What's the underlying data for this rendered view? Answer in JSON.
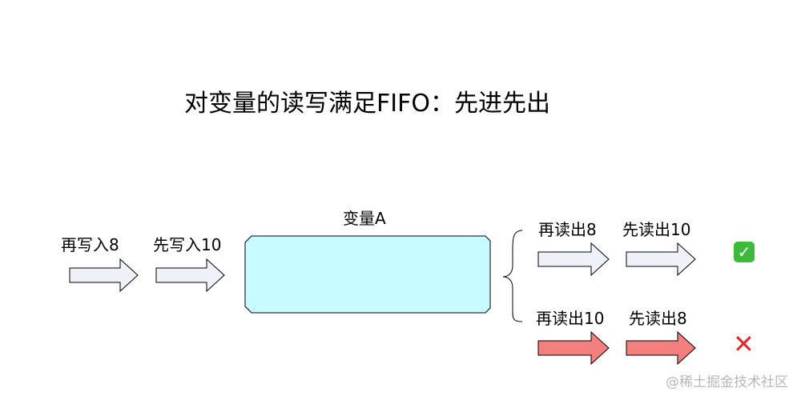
{
  "title": "对变量的读写满足FIFO：先进先出",
  "variable_label": "变量A",
  "writes": [
    {
      "label": "再写入8"
    },
    {
      "label": "先写入10"
    }
  ],
  "reads_correct": [
    {
      "label": "再读出8"
    },
    {
      "label": "先读出10"
    }
  ],
  "reads_wrong": [
    {
      "label": "再读出10"
    },
    {
      "label": "先读出8"
    }
  ],
  "status_correct_icon": "check-mark-icon",
  "status_wrong_icon": "cross-mark-icon",
  "watermark": "@稀土掘金技术社区",
  "colors": {
    "box_fill": "#c8fbff",
    "arrow_neutral": "#eef2f8",
    "arrow_wrong": "#f37f7f",
    "check": "#3fb93b",
    "cross": "#e12b2b"
  }
}
